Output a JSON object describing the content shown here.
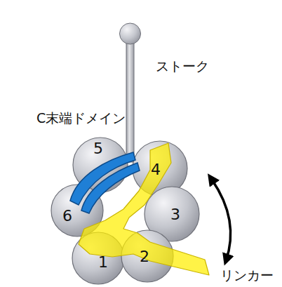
{
  "diagram": {
    "nodes": [
      {
        "text": [
          "5"
        ]
      },
      {
        "text": [
          "4"
        ]
      },
      {
        "text": [
          "6"
        ]
      },
      {
        "text": [
          "3"
        ]
      },
      {
        "text": [
          "1"
        ]
      },
      {
        "text": [
          "2"
        ]
      }
    ],
    "labels": [
      "ストーク",
      "C末端ドメイン",
      "リンカー"
    ]
  }
}
